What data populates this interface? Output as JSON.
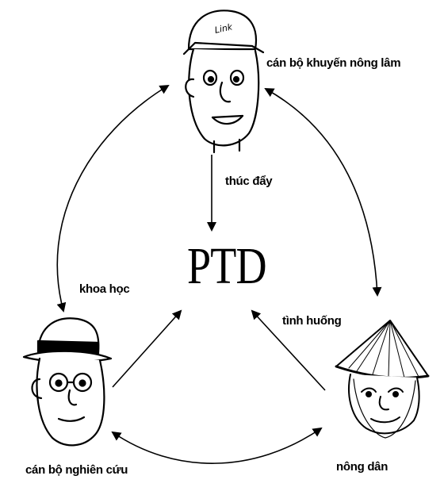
{
  "center_label": "PTD",
  "labels": {
    "extension_officer": "cán bộ khuyến nông lâm",
    "researcher": "cán bộ nghiên cứu",
    "farmer": "nông dân",
    "facilitate": "thúc đẩy",
    "science": "khoa học",
    "situation": "tình huống"
  },
  "hat_text": "Link",
  "figures": {
    "extension_officer": "man-with-cap-icon",
    "researcher": "man-with-glasses-and-hat-icon",
    "farmer": "farmer-with-conical-hat-icon"
  },
  "colors": {
    "ink": "#000000",
    "background": "#ffffff"
  }
}
